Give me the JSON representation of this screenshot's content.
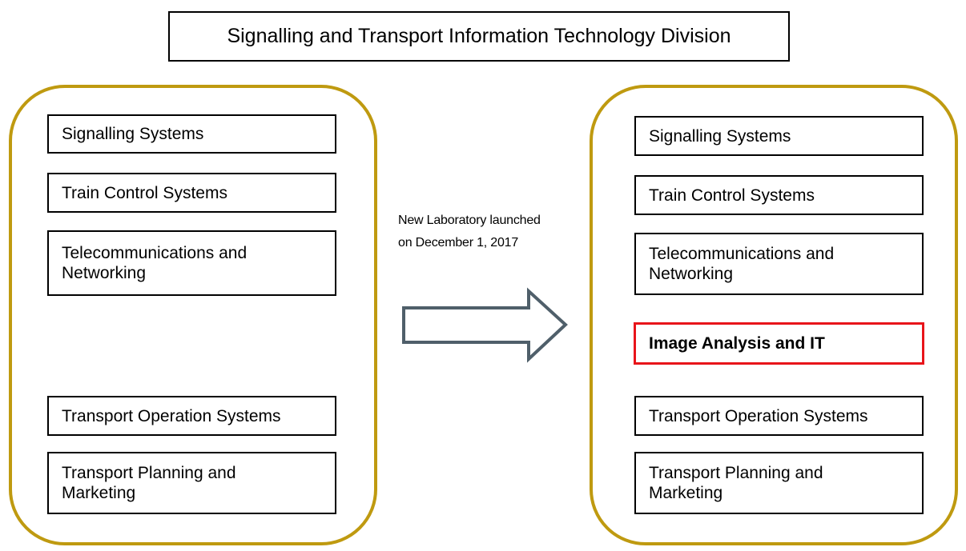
{
  "title": "Signalling and Transport Information Technology Division",
  "before": {
    "units": [
      {
        "line1": "Signalling Systems",
        "line2": ""
      },
      {
        "line1": "Train Control Systems",
        "line2": ""
      },
      {
        "line1": "Telecommunications and",
        "line2": "Networking"
      },
      {
        "line1": "Transport Operation Systems",
        "line2": ""
      },
      {
        "line1": "Transport Planning and",
        "line2": "Marketing"
      }
    ]
  },
  "after": {
    "units": [
      {
        "line1": "Signalling Systems",
        "line2": ""
      },
      {
        "line1": "Train Control Systems",
        "line2": ""
      },
      {
        "line1": "Telecommunications and",
        "line2": "Networking"
      },
      {
        "line1": "Image Analysis and IT",
        "line2": ""
      },
      {
        "line1": "Transport Operation Systems",
        "line2": ""
      },
      {
        "line1": "Transport Planning and",
        "line2": "Marketing"
      }
    ]
  },
  "transition": {
    "line1": "New Laboratory launched",
    "line2": "on December 1, 2017"
  },
  "colors": {
    "group_border": "#bf9a10",
    "highlight_border": "#e8141a",
    "arrow_stroke": "#4f5f6a"
  },
  "icons": {
    "arrow": "right-arrow-icon"
  }
}
